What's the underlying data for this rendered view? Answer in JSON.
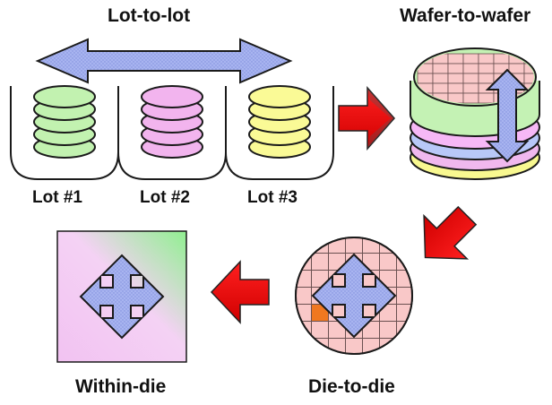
{
  "labels": {
    "lot_to_lot": "Lot-to-lot",
    "wafer_to_wafer": "Wafer-to-wafer",
    "lot_1": "Lot #1",
    "lot_2": "Lot #2",
    "lot_3": "Lot #3",
    "die_to_die": "Die-to-die",
    "within_die": "Within-die"
  },
  "colors": {
    "arrow_fill": "#a8b4f0",
    "flow_arrow": "#ff0000",
    "lot1_wafer": "#c2f2b0",
    "lot2_wafer": "#f2b4ee",
    "lot3_wafer": "#fafa96",
    "die_grid": "#f9c8c8",
    "highlight_die": "#f07820",
    "within_die_gradient_start": "#f0c0f0",
    "within_die_gradient_end": "#a0f0a0"
  }
}
